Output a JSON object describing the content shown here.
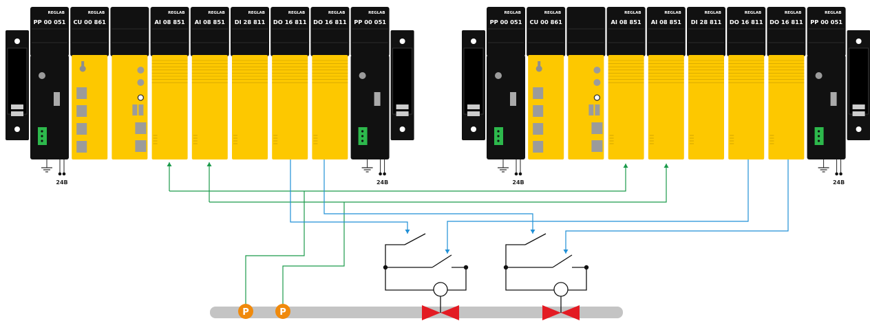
{
  "racks": [
    {
      "modules": [
        {
          "code": "PP 00 051",
          "brand": "REGLAB",
          "type": "power"
        },
        {
          "code": "CU 00 861",
          "brand": "REGLAB",
          "type": "cpu"
        },
        {
          "code": "",
          "brand": "",
          "type": "comm"
        },
        {
          "code": "AI 08 851",
          "brand": "REGLAB",
          "type": "io"
        },
        {
          "code": "AI 08 851",
          "brand": "REGLAB",
          "type": "io"
        },
        {
          "code": "DI 28 811",
          "brand": "REGLAB",
          "type": "io"
        },
        {
          "code": "DO 16 811",
          "brand": "REGLAB",
          "type": "io"
        },
        {
          "code": "DO 16 811",
          "brand": "REGLAB",
          "type": "io"
        },
        {
          "code": "PP 00 051",
          "brand": "REGLAB",
          "type": "power"
        }
      ],
      "supply_labels": [
        "24В",
        "24В"
      ]
    },
    {
      "modules": [
        {
          "code": "PP 00 051",
          "brand": "REGLAB",
          "type": "power"
        },
        {
          "code": "CU 00 861",
          "brand": "REGLAB",
          "type": "cpu"
        },
        {
          "code": "",
          "brand": "",
          "type": "comm"
        },
        {
          "code": "AI 08 851",
          "brand": "REGLAB",
          "type": "io"
        },
        {
          "code": "AI 08 851",
          "brand": "REGLAB",
          "type": "io"
        },
        {
          "code": "DI 28 811",
          "brand": "REGLAB",
          "type": "io"
        },
        {
          "code": "DO 16 811",
          "brand": "REGLAB",
          "type": "io"
        },
        {
          "code": "DO 16 811",
          "brand": "REGLAB",
          "type": "io"
        },
        {
          "code": "PP 00 051",
          "brand": "REGLAB",
          "type": "power"
        }
      ],
      "supply_labels": [
        "24В",
        "24В"
      ]
    }
  ],
  "sensors": [
    {
      "label": "P"
    },
    {
      "label": "P"
    }
  ],
  "valves": [
    {
      "label": ""
    },
    {
      "label": ""
    }
  ],
  "colors": {
    "module_black": "#111111",
    "module_yellow": "#fdc800",
    "analog_wire": "#1a9a4a",
    "digital_wire": "#1f8fd6",
    "sensor": "#f08a0c",
    "valve": "#e31b23",
    "pipe": "#c4c4c4",
    "terminal_green": "#2db84c"
  }
}
